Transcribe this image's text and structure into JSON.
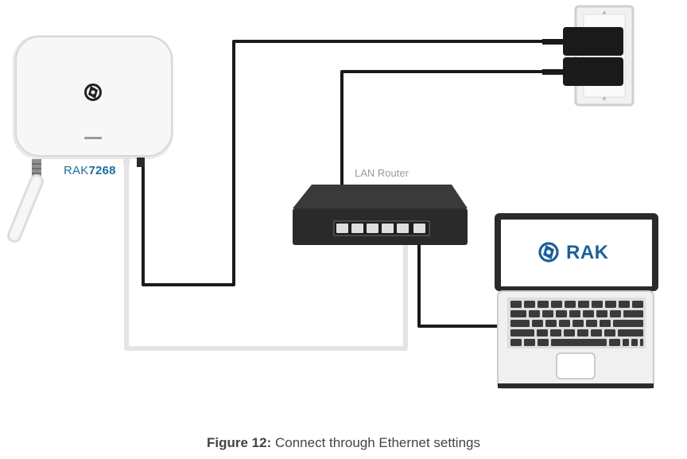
{
  "device": {
    "brand": "RAK",
    "model": "7268",
    "name": "RAK7268"
  },
  "router": {
    "label": "LAN Router"
  },
  "laptop": {
    "screen_brand": "RAK"
  },
  "caption": {
    "label": "Figure 12:",
    "text": "Connect through Ethernet settings"
  },
  "colors": {
    "cable_black": "#1a1a1a",
    "cable_white": "#e4e4e4",
    "brand_blue": "#1c5f9c",
    "router_body": "#2e2e2e"
  }
}
